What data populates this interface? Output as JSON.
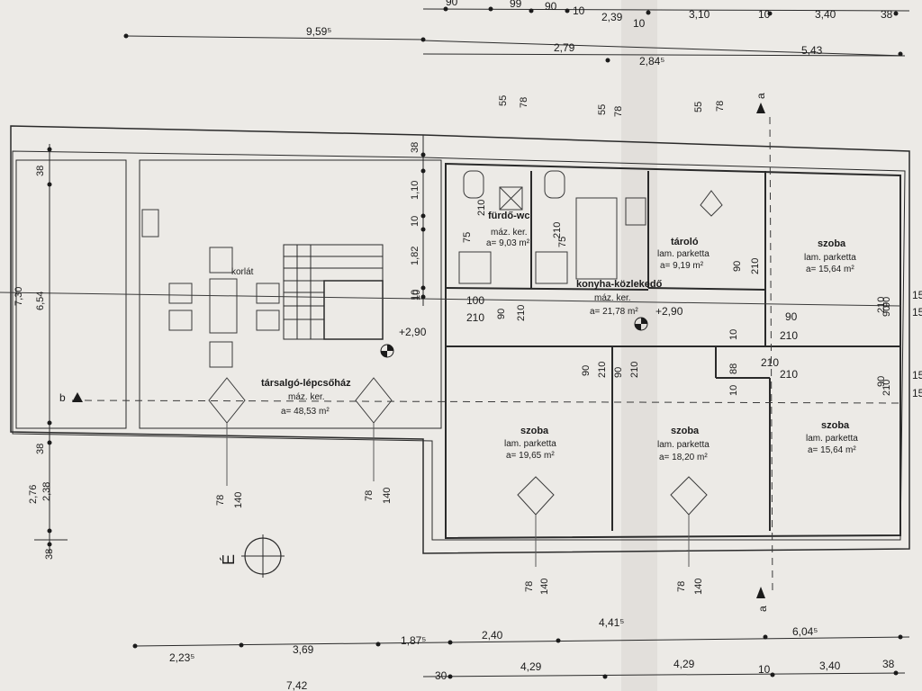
{
  "plan": {
    "colors": {
      "paper": "#eceae6",
      "line": "#2a2a2a",
      "thin": "#5a5a5a",
      "shadow": "#c9c6c1"
    },
    "icon": "north-arrow-circle-icon",
    "north_label": "É",
    "section_a": "a",
    "section_b": "b",
    "korlat": "korlát",
    "levels": {
      "stair": "+2,90",
      "hall": "+2,90"
    },
    "rooms": {
      "tarsalgo": {
        "name": "társalgó-lépcsőház",
        "floor": "máz. ker.",
        "area": "a= 48,53 m²"
      },
      "furdo": {
        "name": "fürdő-wc",
        "floor": "máz. ker.",
        "area": "a= 9,03 m²"
      },
      "taroló": {
        "name": "tároló",
        "floor": "lam. parketta",
        "area": "a= 9,19 m²"
      },
      "szoba_ne": {
        "name": "szoba",
        "floor": "lam. parketta",
        "area": "a= 15,64 m²"
      },
      "konyha": {
        "name": "konyha-közlekedő",
        "floor": "máz. ker.",
        "area": "a= 21,78 m²"
      },
      "szoba_sw": {
        "name": "szoba",
        "floor": "lam. parketta",
        "area": "a= 19,65 m²"
      },
      "szoba_s": {
        "name": "szoba",
        "floor": "lam. parketta",
        "area": "a= 18,20 m²"
      },
      "szoba_se": {
        "name": "szoba",
        "floor": "lam. parketta",
        "area": "a= 15,64 m²"
      }
    },
    "top_dims": {
      "row1": [
        "90",
        "99",
        "90",
        "10",
        "2,39",
        "10",
        "3,10",
        "10",
        "3,40",
        "38"
      ],
      "row2": [
        "9,59⁵"
      ],
      "row3": [
        "2,79",
        "2,84⁵",
        "5,43"
      ],
      "heights": [
        "55",
        "78",
        "55",
        "78",
        "55",
        "78"
      ]
    },
    "left_dims": [
      "38",
      "38",
      "7,30",
      "6,54",
      "2,76",
      "2,38",
      "38"
    ],
    "center_dims": [
      "38",
      "1,10",
      "10",
      "1,82",
      "10"
    ],
    "door_dims": [
      "75",
      "210",
      "75",
      "210",
      "100",
      "210",
      "90",
      "210",
      "90",
      "210",
      "90",
      "210",
      "90",
      "210",
      "90",
      "210",
      "88",
      "210",
      "210",
      "10",
      "10",
      "10",
      "90",
      "210",
      "210",
      "90",
      "90",
      "15",
      "15",
      "15",
      "15"
    ],
    "window_dims": [
      "78",
      "140",
      "78",
      "140",
      "78",
      "140",
      "78",
      "140"
    ],
    "bottom_dims": {
      "row1": [
        "2,23⁵",
        "3,69",
        "1,87⁵",
        "2,40",
        "4,41⁵",
        "6,04⁵"
      ],
      "row2": [
        "30",
        "4,29",
        "4,29",
        "10",
        "3,40",
        "38"
      ],
      "row3": [
        "7,42"
      ]
    }
  }
}
